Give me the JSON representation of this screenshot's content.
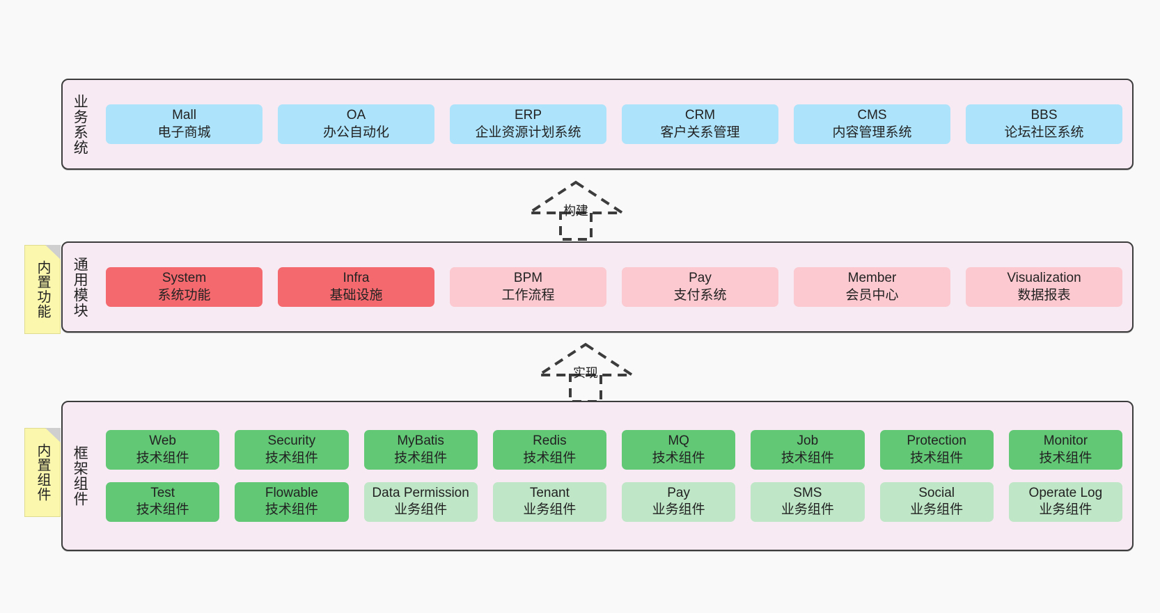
{
  "diagram": {
    "title": "",
    "colors": {
      "band_bg": "#f7eaf3",
      "band_border": "#3c3c3c",
      "blue": "#ade3fb",
      "red": "#f4696e",
      "pink": "#fbc9cf",
      "green": "#62c876",
      "light_green": "#bfe6c6",
      "note_yellow": "#fbf8ae",
      "note_fold": "#cfcfcf",
      "canvas": "#f9f9f9"
    }
  },
  "layers": [
    {
      "id": "business-system",
      "label": "业务系统",
      "rows": [
        {
          "cells": [
            {
              "en": "Mall",
              "cn": "电子商城",
              "color": "blue"
            },
            {
              "en": "OA",
              "cn": "办公自动化",
              "color": "blue"
            },
            {
              "en": "ERP",
              "cn": "企业资源计划系统",
              "color": "blue"
            },
            {
              "en": "CRM",
              "cn": "客户关系管理",
              "color": "blue"
            },
            {
              "en": "CMS",
              "cn": "内容管理系统",
              "color": "blue"
            },
            {
              "en": "BBS",
              "cn": "论坛社区系统",
              "color": "blue"
            }
          ]
        }
      ]
    },
    {
      "id": "common-module",
      "label": "通用模块",
      "note": "内置功能",
      "rows": [
        {
          "cells": [
            {
              "en": "System",
              "cn": "系统功能",
              "color": "red"
            },
            {
              "en": "Infra",
              "cn": "基础设施",
              "color": "red"
            },
            {
              "en": "BPM",
              "cn": "工作流程",
              "color": "pink"
            },
            {
              "en": "Pay",
              "cn": "支付系统",
              "color": "pink"
            },
            {
              "en": "Member",
              "cn": "会员中心",
              "color": "pink"
            },
            {
              "en": "Visualization",
              "cn": "数据报表",
              "color": "pink"
            }
          ]
        }
      ]
    },
    {
      "id": "framework-component",
      "label": "框架组件",
      "note": "内置组件",
      "rows": [
        {
          "cells": [
            {
              "en": "Web",
              "cn": "技术组件",
              "color": "green"
            },
            {
              "en": "Security",
              "cn": "技术组件",
              "color": "green"
            },
            {
              "en": "MyBatis",
              "cn": "技术组件",
              "color": "green"
            },
            {
              "en": "Redis",
              "cn": "技术组件",
              "color": "green"
            },
            {
              "en": "MQ",
              "cn": "技术组件",
              "color": "green"
            },
            {
              "en": "Job",
              "cn": "技术组件",
              "color": "green"
            },
            {
              "en": "Protection",
              "cn": "技术组件",
              "color": "green"
            },
            {
              "en": "Monitor",
              "cn": "技术组件",
              "color": "green"
            }
          ]
        },
        {
          "cells": [
            {
              "en": "Test",
              "cn": "技术组件",
              "color": "green"
            },
            {
              "en": "Flowable",
              "cn": "技术组件",
              "color": "green"
            },
            {
              "en": "Data Permission",
              "cn": "业务组件",
              "color": "light_green"
            },
            {
              "en": "Tenant",
              "cn": "业务组件",
              "color": "light_green"
            },
            {
              "en": "Pay",
              "cn": "业务组件",
              "color": "light_green"
            },
            {
              "en": "SMS",
              "cn": "业务组件",
              "color": "light_green"
            },
            {
              "en": "Social",
              "cn": "业务组件",
              "color": "light_green"
            },
            {
              "en": "Operate Log",
              "cn": "业务组件",
              "color": "light_green"
            }
          ]
        }
      ]
    }
  ],
  "connectors": [
    {
      "id": "build",
      "label": "构建",
      "from": "common-module",
      "to": "business-system"
    },
    {
      "id": "implement",
      "label": "实现",
      "from": "framework-component",
      "to": "common-module"
    }
  ]
}
